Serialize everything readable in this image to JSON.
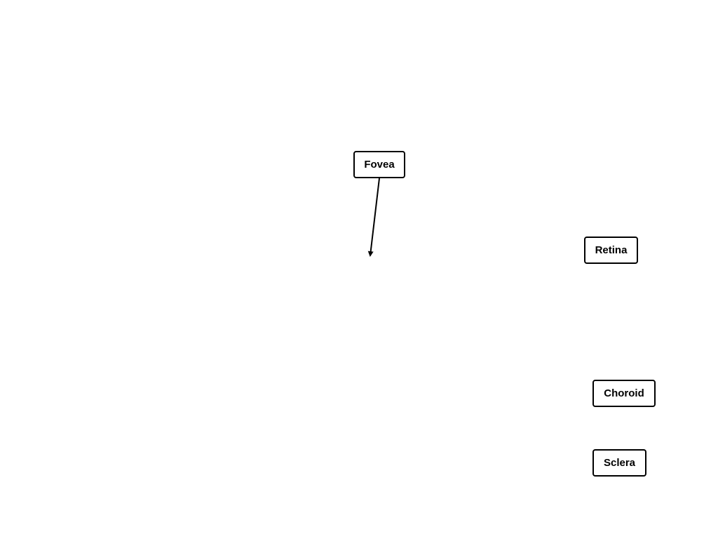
{
  "labels": {
    "fovea": "Fovea",
    "retina": "Retina",
    "choroid": "Choroid",
    "sclera": "Sclera"
  },
  "colors": {
    "background": "#ffffff",
    "border": "#000000",
    "text": "#000000"
  }
}
